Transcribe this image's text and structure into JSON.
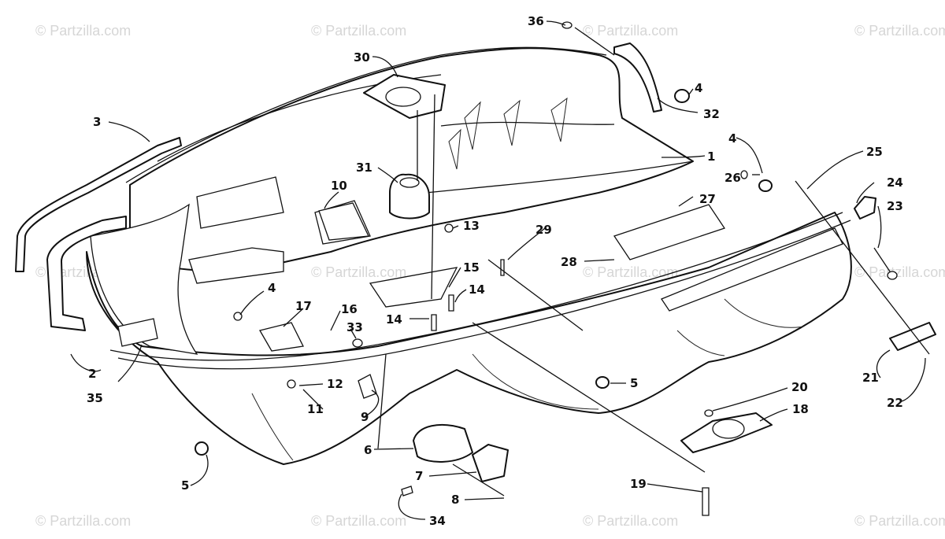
{
  "watermark": "© Partzilla.com",
  "callouts": [
    "36",
    "30",
    "4",
    "32",
    "3",
    "1",
    "4",
    "25",
    "31",
    "10",
    "26",
    "24",
    "23",
    "13",
    "27",
    "29",
    "28",
    "2",
    "35",
    "15",
    "14",
    "4",
    "17",
    "16",
    "33",
    "14",
    "12",
    "11",
    "9",
    "5",
    "20",
    "18",
    "21",
    "22",
    "6",
    "5",
    "7",
    "8",
    "19",
    "34"
  ]
}
